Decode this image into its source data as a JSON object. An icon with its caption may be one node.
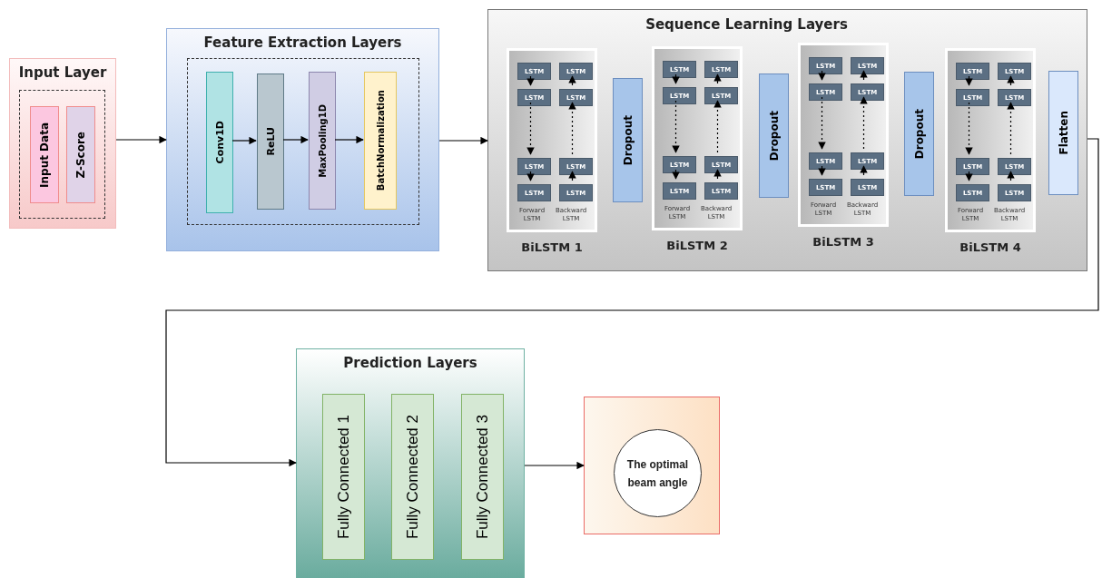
{
  "diagram": {
    "nodes": [
      {
        "text": [
          "Input Layer"
        ]
      },
      {
        "text": [
          "Input Data"
        ],
        "in": 0
      },
      {
        "text": [
          "Z-Score"
        ],
        "in": 0
      },
      {
        "text": [
          "Feature Extraction Layers"
        ]
      },
      {
        "text": [
          "Conv1D"
        ],
        "in": 3
      },
      {
        "text": [
          "ReLU"
        ],
        "in": 3
      },
      {
        "text": [
          "MaxPooling1D"
        ],
        "in": 3
      },
      {
        "text": [
          "BatchNormalization"
        ],
        "in": 3
      },
      {
        "text": [
          "Sequence Learning Layers"
        ]
      },
      {
        "text": [
          "Forward LSTM",
          "Backward LSTM"
        ],
        "beside": [
          "BiLSTM 1"
        ],
        "in": 8
      },
      {
        "text": [
          "LSTM"
        ],
        "in": 9
      },
      {
        "text": [
          "LSTM"
        ],
        "in": 9
      },
      {
        "text": [
          "LSTM"
        ],
        "in": 9
      },
      {
        "text": [
          "LSTM"
        ],
        "in": 9
      },
      {
        "text": [
          "LSTM"
        ],
        "in": 9
      },
      {
        "text": [
          "LSTM"
        ],
        "in": 9
      },
      {
        "text": [
          "LSTM"
        ],
        "in": 9
      },
      {
        "text": [
          "LSTM"
        ],
        "in": 9
      },
      {
        "text": [
          "Dropout"
        ],
        "in": 8
      },
      {
        "text": [
          "Forward LSTM",
          "Backward LSTM"
        ],
        "beside": [
          "BiLSTM 2"
        ],
        "in": 8
      },
      {
        "text": [
          "LSTM"
        ],
        "in": 19
      },
      {
        "text": [
          "LSTM"
        ],
        "in": 19
      },
      {
        "text": [
          "LSTM"
        ],
        "in": 19
      },
      {
        "text": [
          "LSTM"
        ],
        "in": 19
      },
      {
        "text": [
          "LSTM"
        ],
        "in": 19
      },
      {
        "text": [
          "LSTM"
        ],
        "in": 19
      },
      {
        "text": [
          "LSTM"
        ],
        "in": 19
      },
      {
        "text": [
          "LSTM"
        ],
        "in": 19
      },
      {
        "text": [
          "Dropout"
        ],
        "in": 8
      },
      {
        "text": [
          "Forward LSTM",
          "Backward LSTM"
        ],
        "beside": [
          "BiLSTM 3"
        ],
        "in": 8
      },
      {
        "text": [
          "LSTM"
        ],
        "in": 29
      },
      {
        "text": [
          "LSTM"
        ],
        "in": 29
      },
      {
        "text": [
          "LSTM"
        ],
        "in": 29
      },
      {
        "text": [
          "LSTM"
        ],
        "in": 29
      },
      {
        "text": [
          "LSTM"
        ],
        "in": 29
      },
      {
        "text": [
          "LSTM"
        ],
        "in": 29
      },
      {
        "text": [
          "LSTM"
        ],
        "in": 29
      },
      {
        "text": [
          "LSTM"
        ],
        "in": 29
      },
      {
        "text": [
          "Dropout"
        ],
        "in": 8
      },
      {
        "text": [
          "Forward LSTM",
          "Backward LSTM"
        ],
        "beside": [
          "BiLSTM 4"
        ],
        "in": 8
      },
      {
        "text": [
          "LSTM"
        ],
        "in": 39
      },
      {
        "text": [
          "LSTM"
        ],
        "in": 39
      },
      {
        "text": [
          "LSTM"
        ],
        "in": 39
      },
      {
        "text": [
          "LSTM"
        ],
        "in": 39
      },
      {
        "text": [
          "LSTM"
        ],
        "in": 39
      },
      {
        "text": [
          "LSTM"
        ],
        "in": 39
      },
      {
        "text": [
          "LSTM"
        ],
        "in": 39
      },
      {
        "text": [
          "LSTM"
        ],
        "in": 39
      },
      {
        "text": [
          "Flatten"
        ],
        "in": 8
      },
      {
        "text": [
          "Prediction Layers"
        ]
      },
      {
        "text": [
          "Fully Connected 1"
        ],
        "in": 49
      },
      {
        "text": [
          "Fully Connected 2"
        ],
        "in": 49
      },
      {
        "text": [
          "Fully Connected 3"
        ],
        "in": 49
      },
      {
        "text": [],
        "shape": "box"
      },
      {
        "text": [
          "The optimal beam angle"
        ],
        "in": 53
      }
    ],
    "edges": [
      {
        "from": 0,
        "to": 3,
        "arrow": "to"
      },
      {
        "from": 4,
        "to": 5,
        "arrow": "to"
      },
      {
        "from": 5,
        "to": 6,
        "arrow": "to"
      },
      {
        "from": 6,
        "to": 7,
        "arrow": "to"
      },
      {
        "from": 3,
        "to": 8,
        "arrow": "to"
      },
      {
        "from": 10,
        "to": 12,
        "arrow": "to"
      },
      {
        "from": 12,
        "to": 14,
        "arrow": "to",
        "style": "dashed"
      },
      {
        "from": 14,
        "to": 16,
        "arrow": "to"
      },
      {
        "from": 17,
        "to": 15,
        "arrow": "to"
      },
      {
        "from": 15,
        "to": 13,
        "arrow": "to",
        "style": "dashed"
      },
      {
        "from": 13,
        "to": 11,
        "arrow": "to"
      },
      {
        "from": 20,
        "to": 22,
        "arrow": "to"
      },
      {
        "from": 22,
        "to": 24,
        "arrow": "to",
        "style": "dashed"
      },
      {
        "from": 24,
        "to": 26,
        "arrow": "to"
      },
      {
        "from": 27,
        "to": 25,
        "arrow": "to"
      },
      {
        "from": 25,
        "to": 23,
        "arrow": "to",
        "style": "dashed"
      },
      {
        "from": 23,
        "to": 21,
        "arrow": "to"
      },
      {
        "from": 30,
        "to": 32,
        "arrow": "to"
      },
      {
        "from": 32,
        "to": 34,
        "arrow": "to",
        "style": "dashed"
      },
      {
        "from": 34,
        "to": 36,
        "arrow": "to"
      },
      {
        "from": 37,
        "to": 35,
        "arrow": "to"
      },
      {
        "from": 35,
        "to": 33,
        "arrow": "to",
        "style": "dashed"
      },
      {
        "from": 33,
        "to": 31,
        "arrow": "to"
      },
      {
        "from": 40,
        "to": 42,
        "arrow": "to"
      },
      {
        "from": 42,
        "to": 44,
        "arrow": "to",
        "style": "dashed"
      },
      {
        "from": 44,
        "to": 46,
        "arrow": "to"
      },
      {
        "from": 47,
        "to": 45,
        "arrow": "to"
      },
      {
        "from": 45,
        "to": 43,
        "arrow": "to",
        "style": "dashed"
      },
      {
        "from": 43,
        "to": 41,
        "arrow": "to"
      },
      {
        "from": 8,
        "to": 49,
        "arrow": "to"
      },
      {
        "from": 49,
        "to": 53,
        "arrow": "to"
      }
    ]
  }
}
